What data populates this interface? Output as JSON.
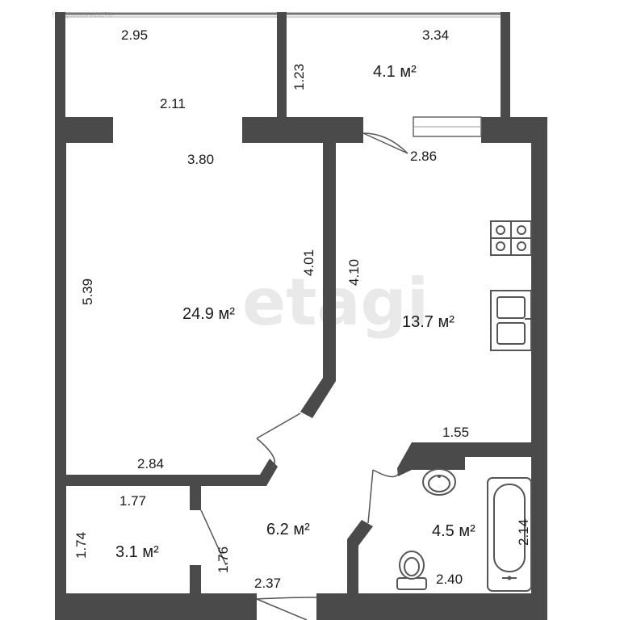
{
  "watermarks": {
    "top_left": "Недвижимость",
    "center": "etagi"
  },
  "rooms": [
    {
      "id": "balcony-left",
      "dims": [
        "2.95",
        "2.11"
      ]
    },
    {
      "id": "balcony-right",
      "area": "4.1 м²",
      "dims": [
        "3.34",
        "1.23"
      ]
    },
    {
      "id": "living-room",
      "area": "24.9 м²",
      "dims": [
        "3.80",
        "5.39",
        "4.01",
        "2.84"
      ]
    },
    {
      "id": "kitchen",
      "area": "13.7 м²",
      "dims": [
        "2.86",
        "4.10",
        "1.55"
      ]
    },
    {
      "id": "hallway",
      "area": "6.2 м²",
      "dims": [
        "2.37"
      ]
    },
    {
      "id": "storage",
      "area": "3.1 м²",
      "dims": [
        "1.77",
        "1.74",
        "1.76"
      ]
    },
    {
      "id": "bathroom",
      "area": "4.5 м²",
      "dims": [
        "2.14",
        "2.40"
      ]
    }
  ],
  "colors": {
    "wall": "#4a4a4a",
    "fixture_stroke": "#555555",
    "background": "#ffffff"
  },
  "icons": [
    "stove-icon",
    "sink-icon",
    "washbasin-icon",
    "toilet-icon",
    "bathtub-icon"
  ]
}
